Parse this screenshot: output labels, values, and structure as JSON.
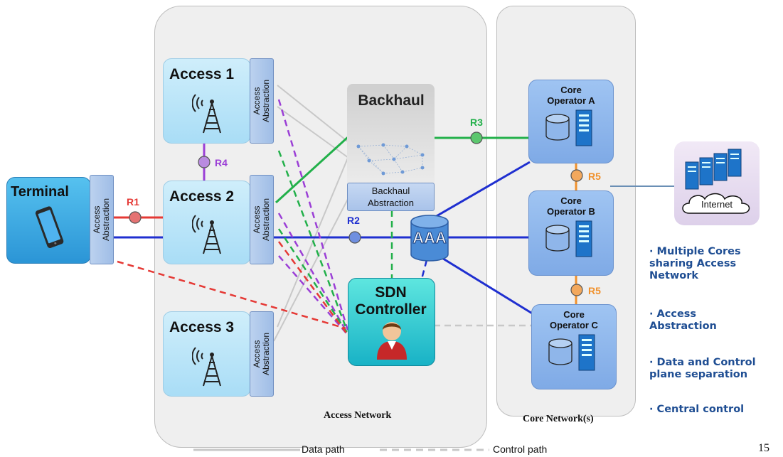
{
  "regions": {
    "access_network": "Access Network",
    "core_network": "Core Network(s)"
  },
  "terminal": {
    "label": "Terminal"
  },
  "access_nodes": [
    {
      "label": "Access 1"
    },
    {
      "label": "Access 2"
    },
    {
      "label": "Access 3"
    }
  ],
  "abstraction": {
    "line1": "Access",
    "line2": "Abstraction"
  },
  "backhaul": {
    "label": "Backhaul",
    "abstraction_line1": "Backhaul",
    "abstraction_line2": "Abstraction"
  },
  "aaa": {
    "label": "AAA"
  },
  "sdn": {
    "line1": "SDN",
    "line2": "Controller"
  },
  "cores": [
    {
      "line1": "Core",
      "line2": "Operator A"
    },
    {
      "line1": "Core",
      "line2": "Operator B"
    },
    {
      "line1": "Core",
      "line2": "Operator C"
    }
  ],
  "internet": {
    "label": "Internet"
  },
  "ref_points": {
    "r1": "R1",
    "r2": "R2",
    "r3": "R3",
    "r4": "R4",
    "r5_top": "R5",
    "r5_bottom": "R5"
  },
  "bullets": [
    {
      "line1": "· Multiple Cores",
      "line2": "sharing Access",
      "line3": "Network"
    },
    {
      "line1": "· Access",
      "line2": "Abstraction"
    },
    {
      "line1": "· Data and Control",
      "line2": "plane separation"
    },
    {
      "line1": "· Central control"
    }
  ],
  "legend": {
    "data_path": "Data path",
    "control_path": "Control path"
  },
  "page_number": "15",
  "colors": {
    "r1": "#e53935",
    "r2": "#1f2fd0",
    "r3": "#22b04a",
    "r4": "#9b3fd6",
    "r5": "#f0912c",
    "bullet_text": "#1f4e93",
    "data_path": "#c4c4c4",
    "control_path": "#c4c4c4"
  }
}
